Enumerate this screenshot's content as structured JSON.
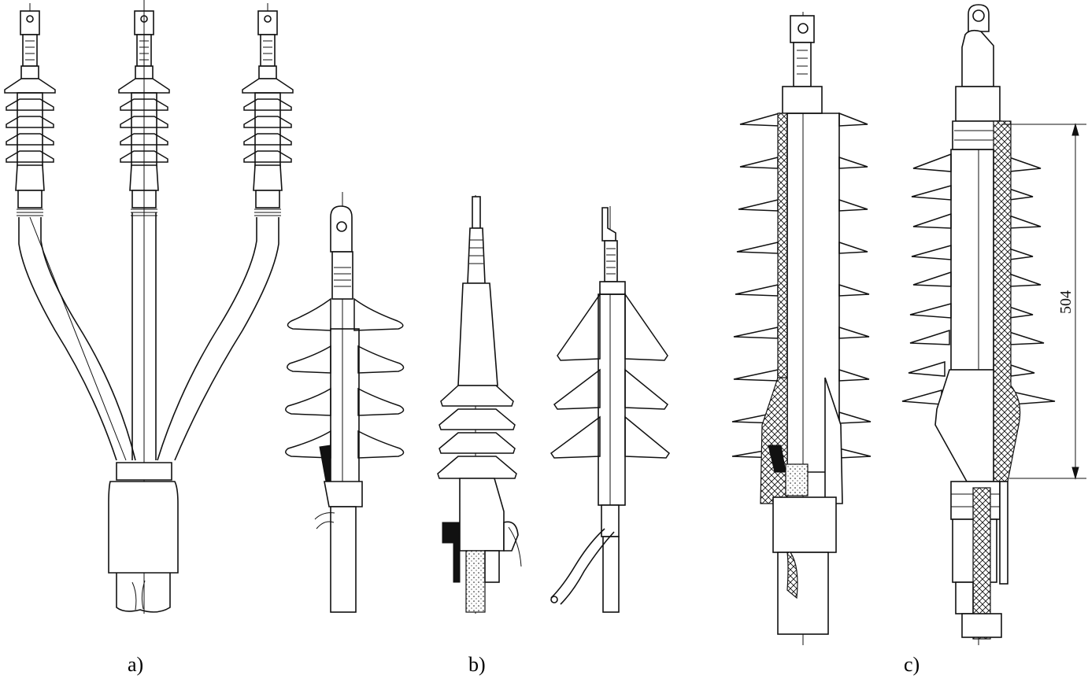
{
  "labels": {
    "a": "a)",
    "b": "b)",
    "c": "c)",
    "dimension": "504"
  }
}
